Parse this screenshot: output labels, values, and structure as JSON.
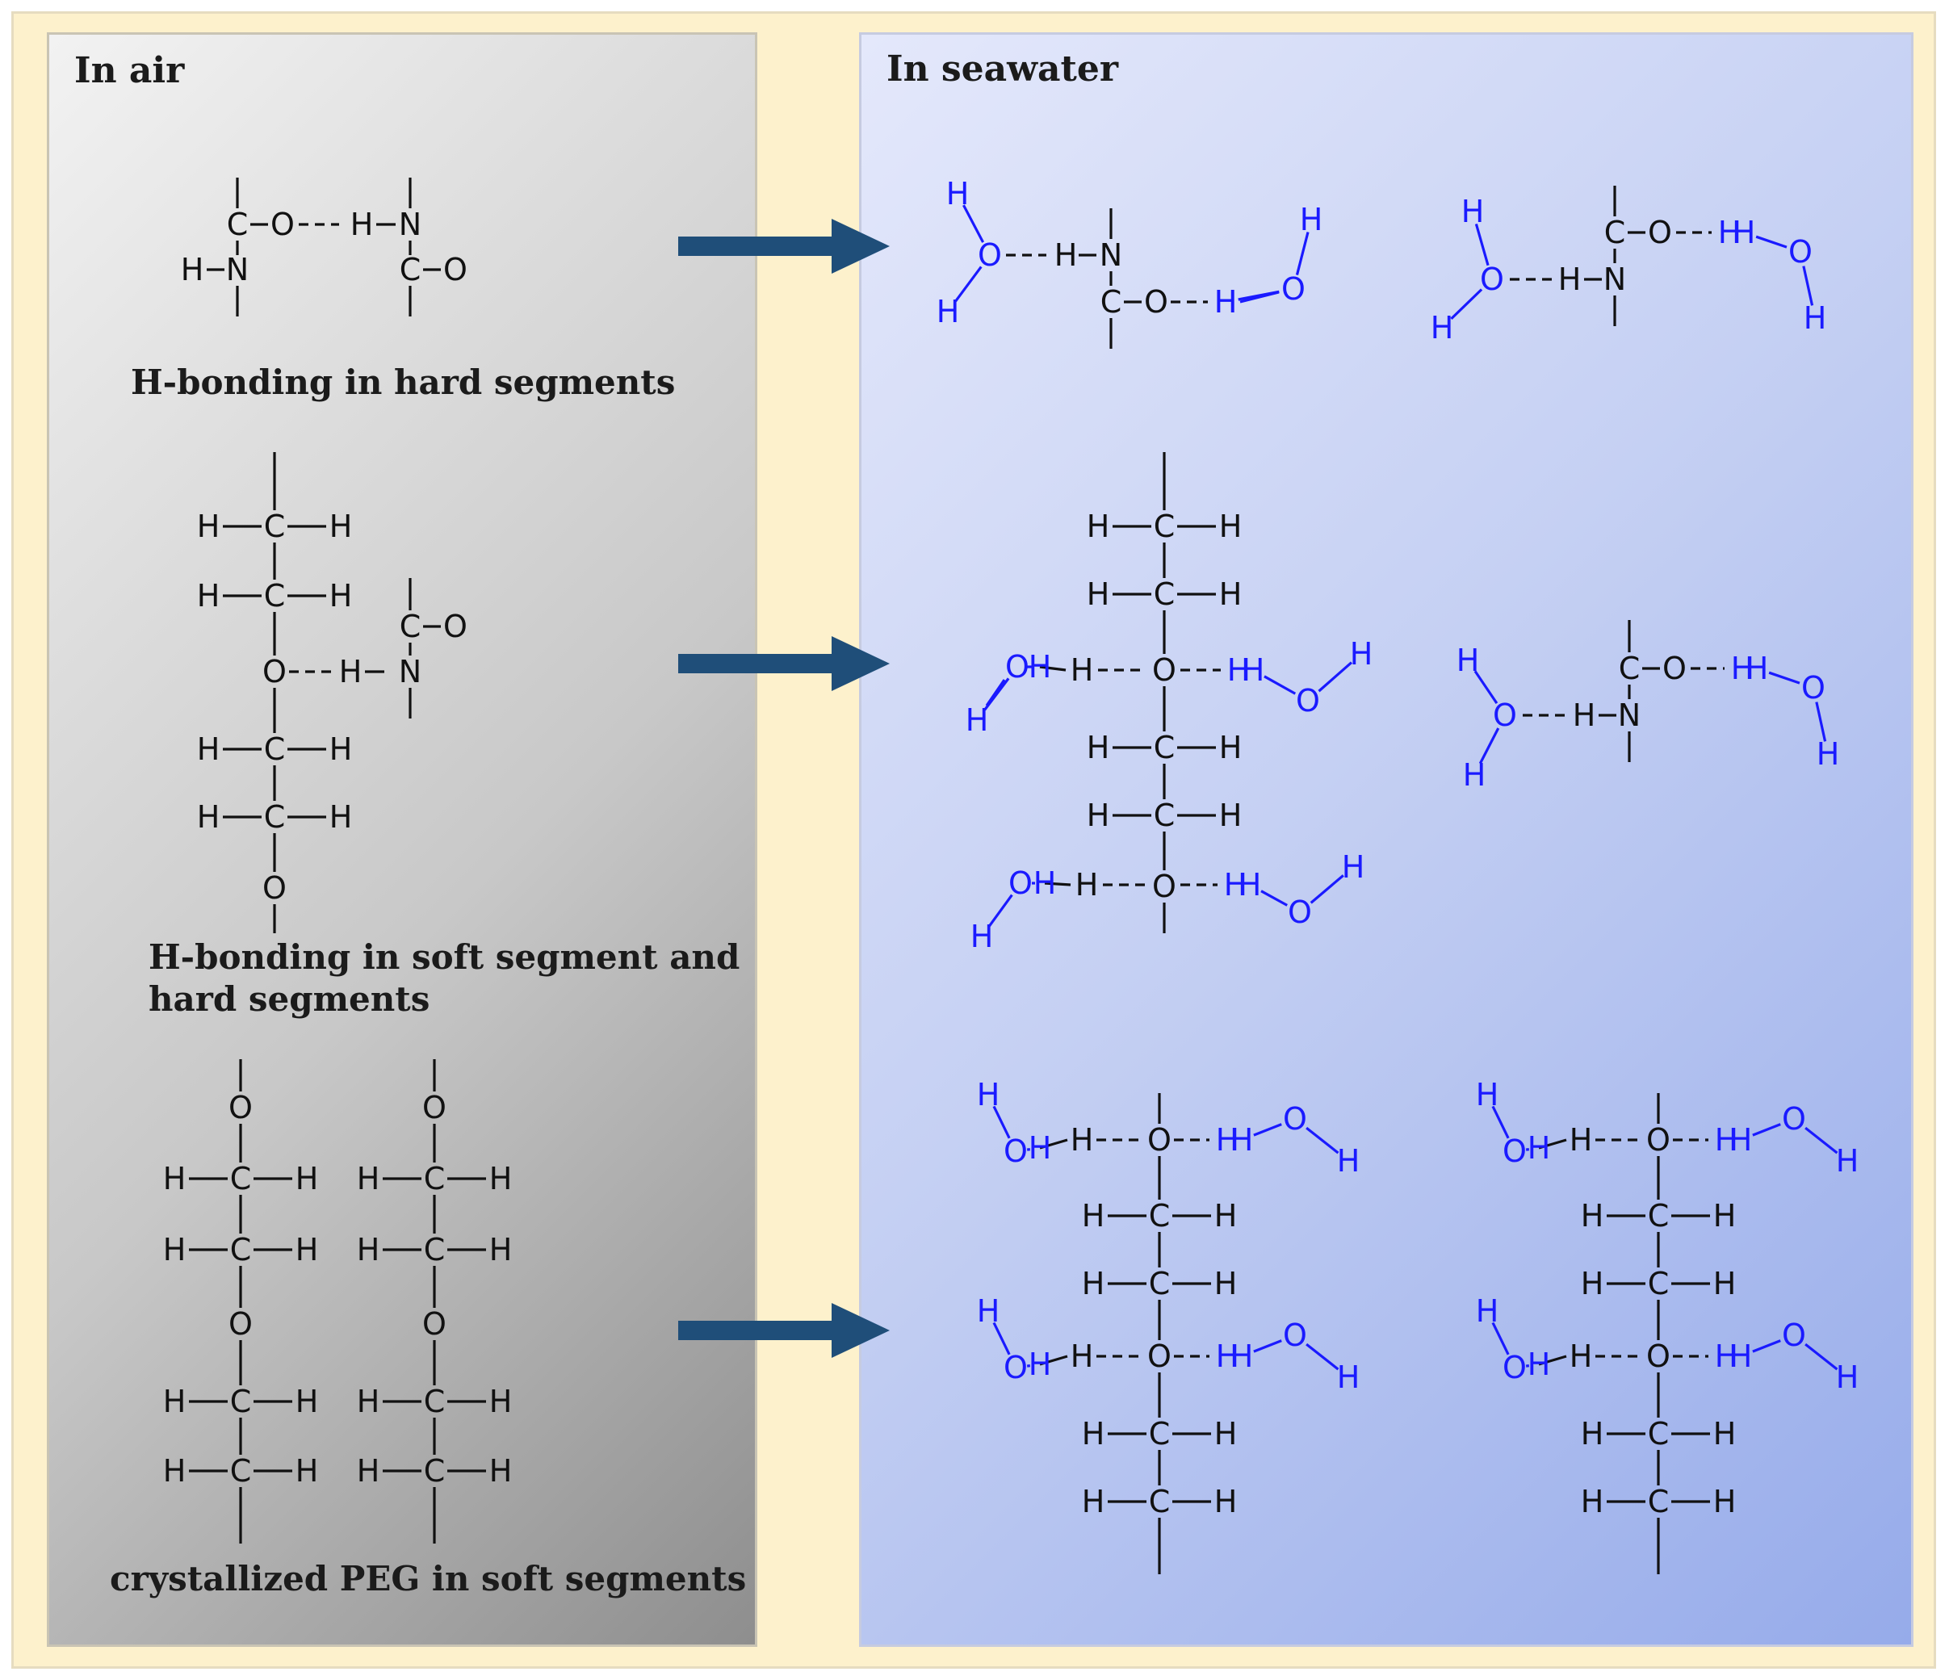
{
  "panels": {
    "air": {
      "title": "In air",
      "captions": {
        "hard": "H-bonding in hard segments",
        "soft_line1": "H-bonding in soft segment and",
        "soft_line2": "hard segments",
        "peg": "crystallized PEG in soft segments"
      }
    },
    "seawater": {
      "title": "In seawater"
    }
  },
  "colors": {
    "air_panel_gradient": [
      "#f2f2f2",
      "#8e8e8e"
    ],
    "seawater_panel_gradient": [
      "#e4e8fb",
      "#96abea"
    ],
    "background": "#fdf1cc",
    "arrow": "#1f4e79",
    "polymer_atoms": "#111111",
    "water_atoms": "#1a1aff"
  },
  "arrows": {
    "count": 3,
    "direction": "in-air-to-in-seawater"
  }
}
